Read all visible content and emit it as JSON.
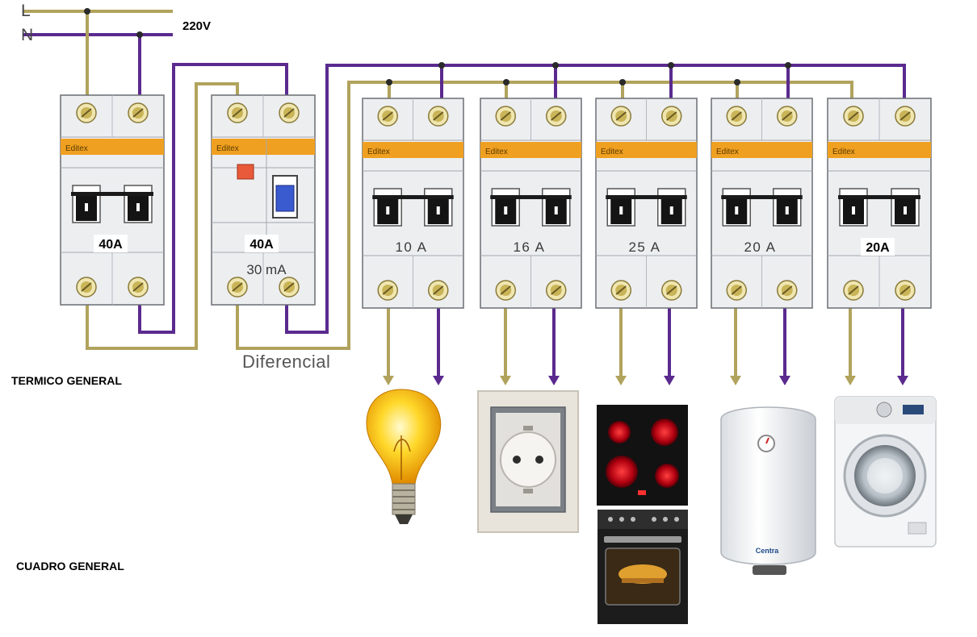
{
  "supply": {
    "line_label": "L",
    "neutral_label": "N",
    "voltage": "220V"
  },
  "labels": {
    "termico": "TERMICO GENERAL",
    "cuadro": "CUADRO GENERAL",
    "diferencial_caption": "Diferencial"
  },
  "colors": {
    "line_wire": "#b1a35d",
    "neutral_wire": "#5b2a8e",
    "brand_band": "#f0a020",
    "breaker_body": "#eceef0"
  },
  "breakers": [
    {
      "id": "general",
      "brand": "Editex",
      "rating": "40A",
      "sub_rating": ""
    },
    {
      "id": "differential",
      "brand": "Editex",
      "rating": "40A",
      "sub_rating": "30 mA"
    },
    {
      "id": "c1",
      "brand": "Editex",
      "rating": "10 A",
      "sub_rating": ""
    },
    {
      "id": "c2",
      "brand": "Editex",
      "rating": "16 A",
      "sub_rating": ""
    },
    {
      "id": "c3",
      "brand": "Editex",
      "rating": "25 A",
      "sub_rating": ""
    },
    {
      "id": "c4",
      "brand": "Editex",
      "rating": "20 A",
      "sub_rating": ""
    },
    {
      "id": "c5",
      "brand": "Editex",
      "rating": "20A",
      "sub_rating": ""
    }
  ],
  "loads": [
    {
      "id": "lamp",
      "icon": "light-bulb-icon"
    },
    {
      "id": "socket",
      "icon": "wall-socket-icon"
    },
    {
      "id": "cooker",
      "icon": "cooktop-oven-icon"
    },
    {
      "id": "heater",
      "icon": "water-heater-icon",
      "brand": "Centra"
    },
    {
      "id": "washer",
      "icon": "washing-machine-icon"
    }
  ]
}
